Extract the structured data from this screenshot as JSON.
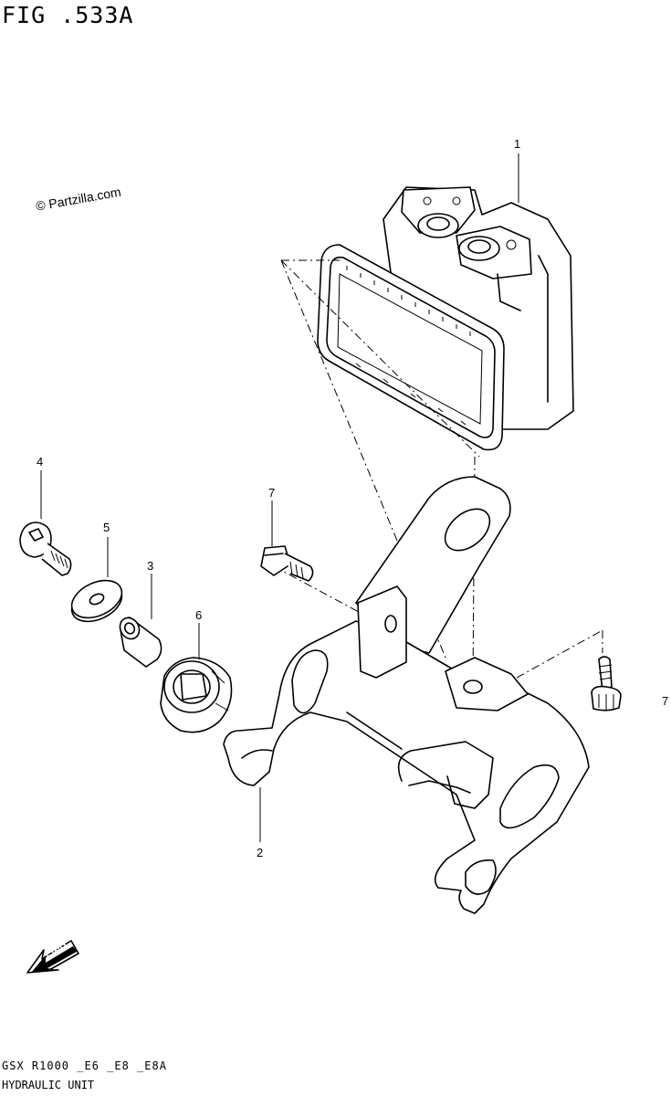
{
  "figure": {
    "title": "FIG .533A",
    "watermark": "© Partzilla.com"
  },
  "callouts": {
    "c1": "1",
    "c2": "2",
    "c3": "3",
    "c4": "4",
    "c5": "5",
    "c6": "6",
    "c7a": "7",
    "c7b": "7"
  },
  "badges": {
    "fwd": "FWD"
  },
  "footer": {
    "model_code": "GSX R1000 _E6 _E8 _E8A",
    "section_name": "HYDRAULIC UNIT"
  }
}
